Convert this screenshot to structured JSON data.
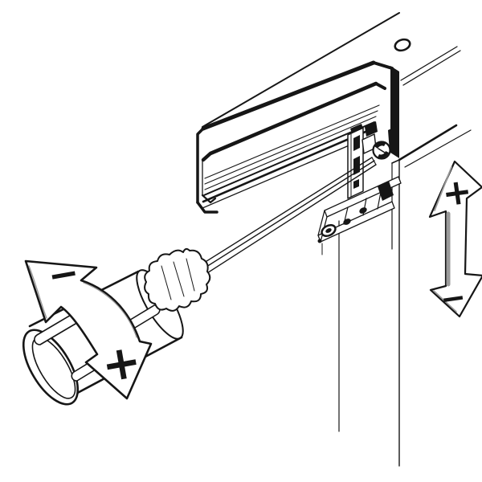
{
  "figure": {
    "type": "technical-line-illustration",
    "subject": "sliding-door roller height adjustment with screwdriver",
    "colors": {
      "line": "#161616",
      "background": "#ffffff",
      "shade": "#9a9a9a"
    },
    "rotation_arrow": {
      "ccw_label": "−",
      "cw_label": "+"
    },
    "height_arrow": {
      "up_label": "+",
      "down_label": "−"
    },
    "parts": [
      "header-board",
      "mounting-hole",
      "track-rail",
      "track-profile",
      "roller-carriage",
      "adjustment-screw",
      "hanger-bracket",
      "door-panel",
      "screwdriver",
      "rotation-arrow",
      "height-arrow"
    ]
  }
}
